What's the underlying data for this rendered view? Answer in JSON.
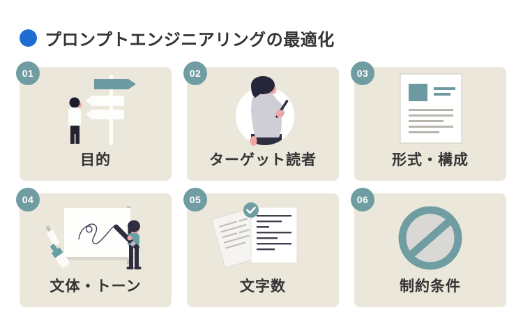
{
  "header": {
    "title": "プロンプトエンジニアリングの最適化",
    "bullet_icon": "blue-dot-icon"
  },
  "cards": [
    {
      "number": "01",
      "label": "目的",
      "illustration": "person-at-signpost"
    },
    {
      "number": "02",
      "label": "ターゲット読者",
      "illustration": "person-with-phone"
    },
    {
      "number": "03",
      "label": "形式・構成",
      "illustration": "document-layout"
    },
    {
      "number": "04",
      "label": "文体・トーン",
      "illustration": "person-drawing-on-whiteboard"
    },
    {
      "number": "05",
      "label": "文字数",
      "illustration": "papers-with-checkmark"
    },
    {
      "number": "06",
      "label": "制約条件",
      "illustration": "prohibition-sign"
    }
  ],
  "colors": {
    "accent_blue": "#1f6dd0",
    "badge_teal": "#6f9da2",
    "card_background": "#ebe7db",
    "illustration_teal": "#6d9aa0",
    "illustration_dark_navy": "#2f2e41",
    "skin_pink": "#efa6a6",
    "text_dark": "#333333",
    "page_background": "#ffffff"
  }
}
